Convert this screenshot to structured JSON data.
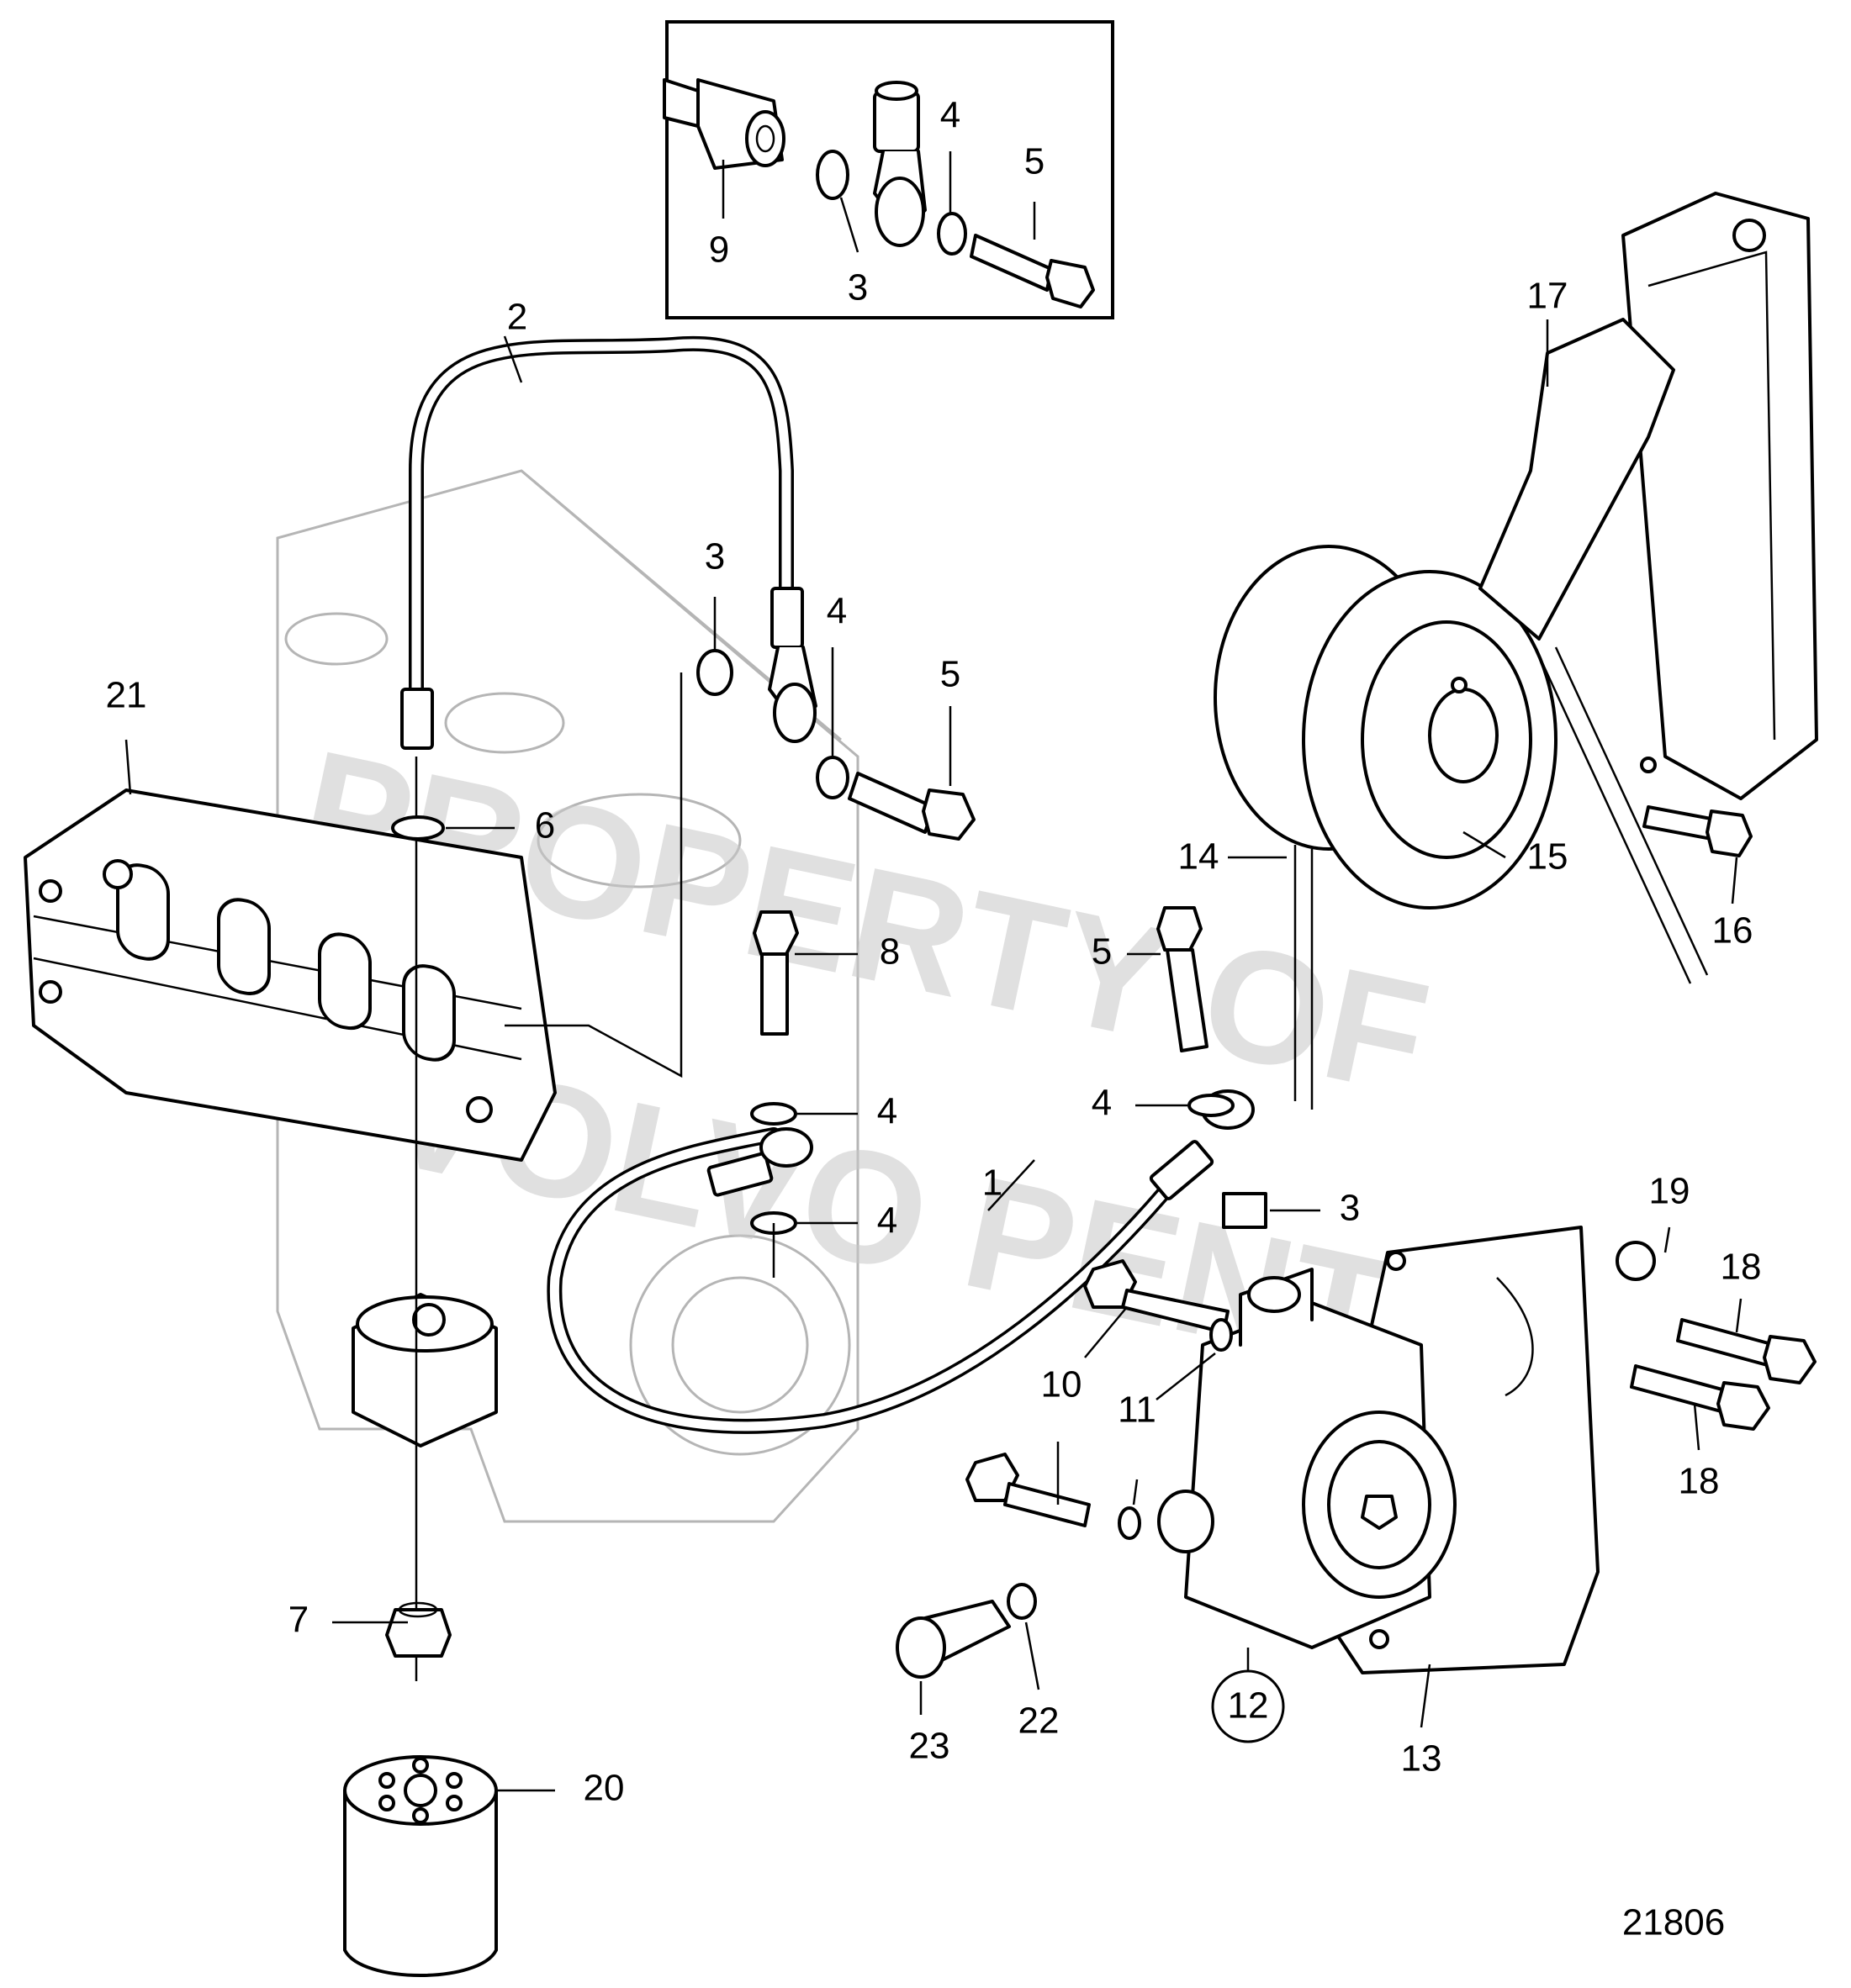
{
  "diagram": {
    "watermark": [
      "PROPERTY OF",
      "VOLVO PENTA"
    ],
    "drawing_number": "21806",
    "callouts": [
      {
        "id": "c-1",
        "text": "1"
      },
      {
        "id": "c-2",
        "text": "2"
      },
      {
        "id": "c-3a",
        "text": "3"
      },
      {
        "id": "c-3b",
        "text": "3"
      },
      {
        "id": "c-3c",
        "text": "3"
      },
      {
        "id": "c-4a",
        "text": "4"
      },
      {
        "id": "c-4b",
        "text": "4"
      },
      {
        "id": "c-4c",
        "text": "4"
      },
      {
        "id": "c-4d",
        "text": "4"
      },
      {
        "id": "c-4e",
        "text": "4"
      },
      {
        "id": "c-5a",
        "text": "5"
      },
      {
        "id": "c-5b",
        "text": "5"
      },
      {
        "id": "c-5c",
        "text": "5"
      },
      {
        "id": "c-6",
        "text": "6"
      },
      {
        "id": "c-7",
        "text": "7"
      },
      {
        "id": "c-8",
        "text": "8"
      },
      {
        "id": "c-9",
        "text": "9"
      },
      {
        "id": "c-10",
        "text": "10"
      },
      {
        "id": "c-11",
        "text": "11"
      },
      {
        "id": "c-12",
        "text": "12"
      },
      {
        "id": "c-13",
        "text": "13"
      },
      {
        "id": "c-14",
        "text": "14"
      },
      {
        "id": "c-15",
        "text": "15"
      },
      {
        "id": "c-16",
        "text": "16"
      },
      {
        "id": "c-17",
        "text": "17"
      },
      {
        "id": "c-18a",
        "text": "18"
      },
      {
        "id": "c-18b",
        "text": "18"
      },
      {
        "id": "c-19",
        "text": "19"
      },
      {
        "id": "c-20",
        "text": "20"
      },
      {
        "id": "c-21",
        "text": "21"
      },
      {
        "id": "c-22",
        "text": "22"
      },
      {
        "id": "c-23",
        "text": "23"
      }
    ]
  }
}
